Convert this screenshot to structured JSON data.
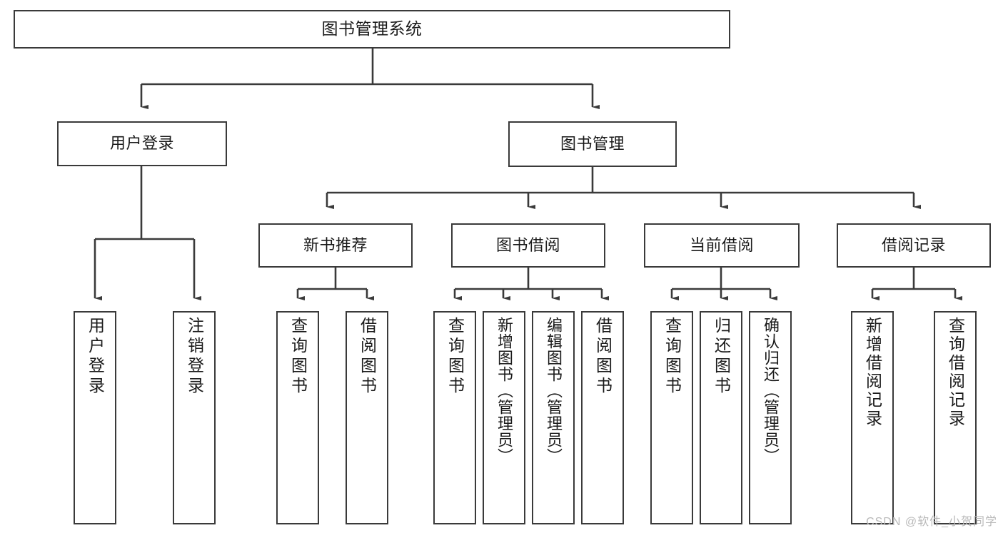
{
  "diagram": {
    "type": "tree",
    "title": "图书管理系统",
    "colors": {
      "box_border": "#3a3a3a",
      "box_fill": "#ffffff",
      "connector": "#3a3a3a",
      "text": "#1a1a1a",
      "watermark": "#b9b9b9",
      "background": "#ffffff"
    }
  },
  "watermark": {
    "text": "CSDN @软件_小贺同学"
  },
  "nodes": {
    "root": {
      "label": "图书管理系统"
    },
    "level2": [
      {
        "label": "用户登录"
      },
      {
        "label": "图书管理"
      }
    ],
    "level3": [
      {
        "label": "新书推荐"
      },
      {
        "label": "图书借阅"
      },
      {
        "label": "当前借阅"
      },
      {
        "label": "借阅记录"
      }
    ],
    "leaves_user_login": [
      {
        "label": "用户登录"
      },
      {
        "label": "注销登录"
      }
    ],
    "leaves_new_books": [
      {
        "label": "查询图书"
      },
      {
        "label": "借阅图书"
      }
    ],
    "leaves_borrow": [
      {
        "label": "查询图书"
      },
      {
        "label": "新增图书（管理员）"
      },
      {
        "label": "编辑图书（管理员）"
      },
      {
        "label": "借阅图书"
      }
    ],
    "leaves_current": [
      {
        "label": "查询图书"
      },
      {
        "label": "归还图书"
      },
      {
        "label": "确认归还（管理员）"
      }
    ],
    "leaves_records": [
      {
        "label": "新增借阅记录"
      },
      {
        "label": "查询借阅记录"
      }
    ]
  }
}
